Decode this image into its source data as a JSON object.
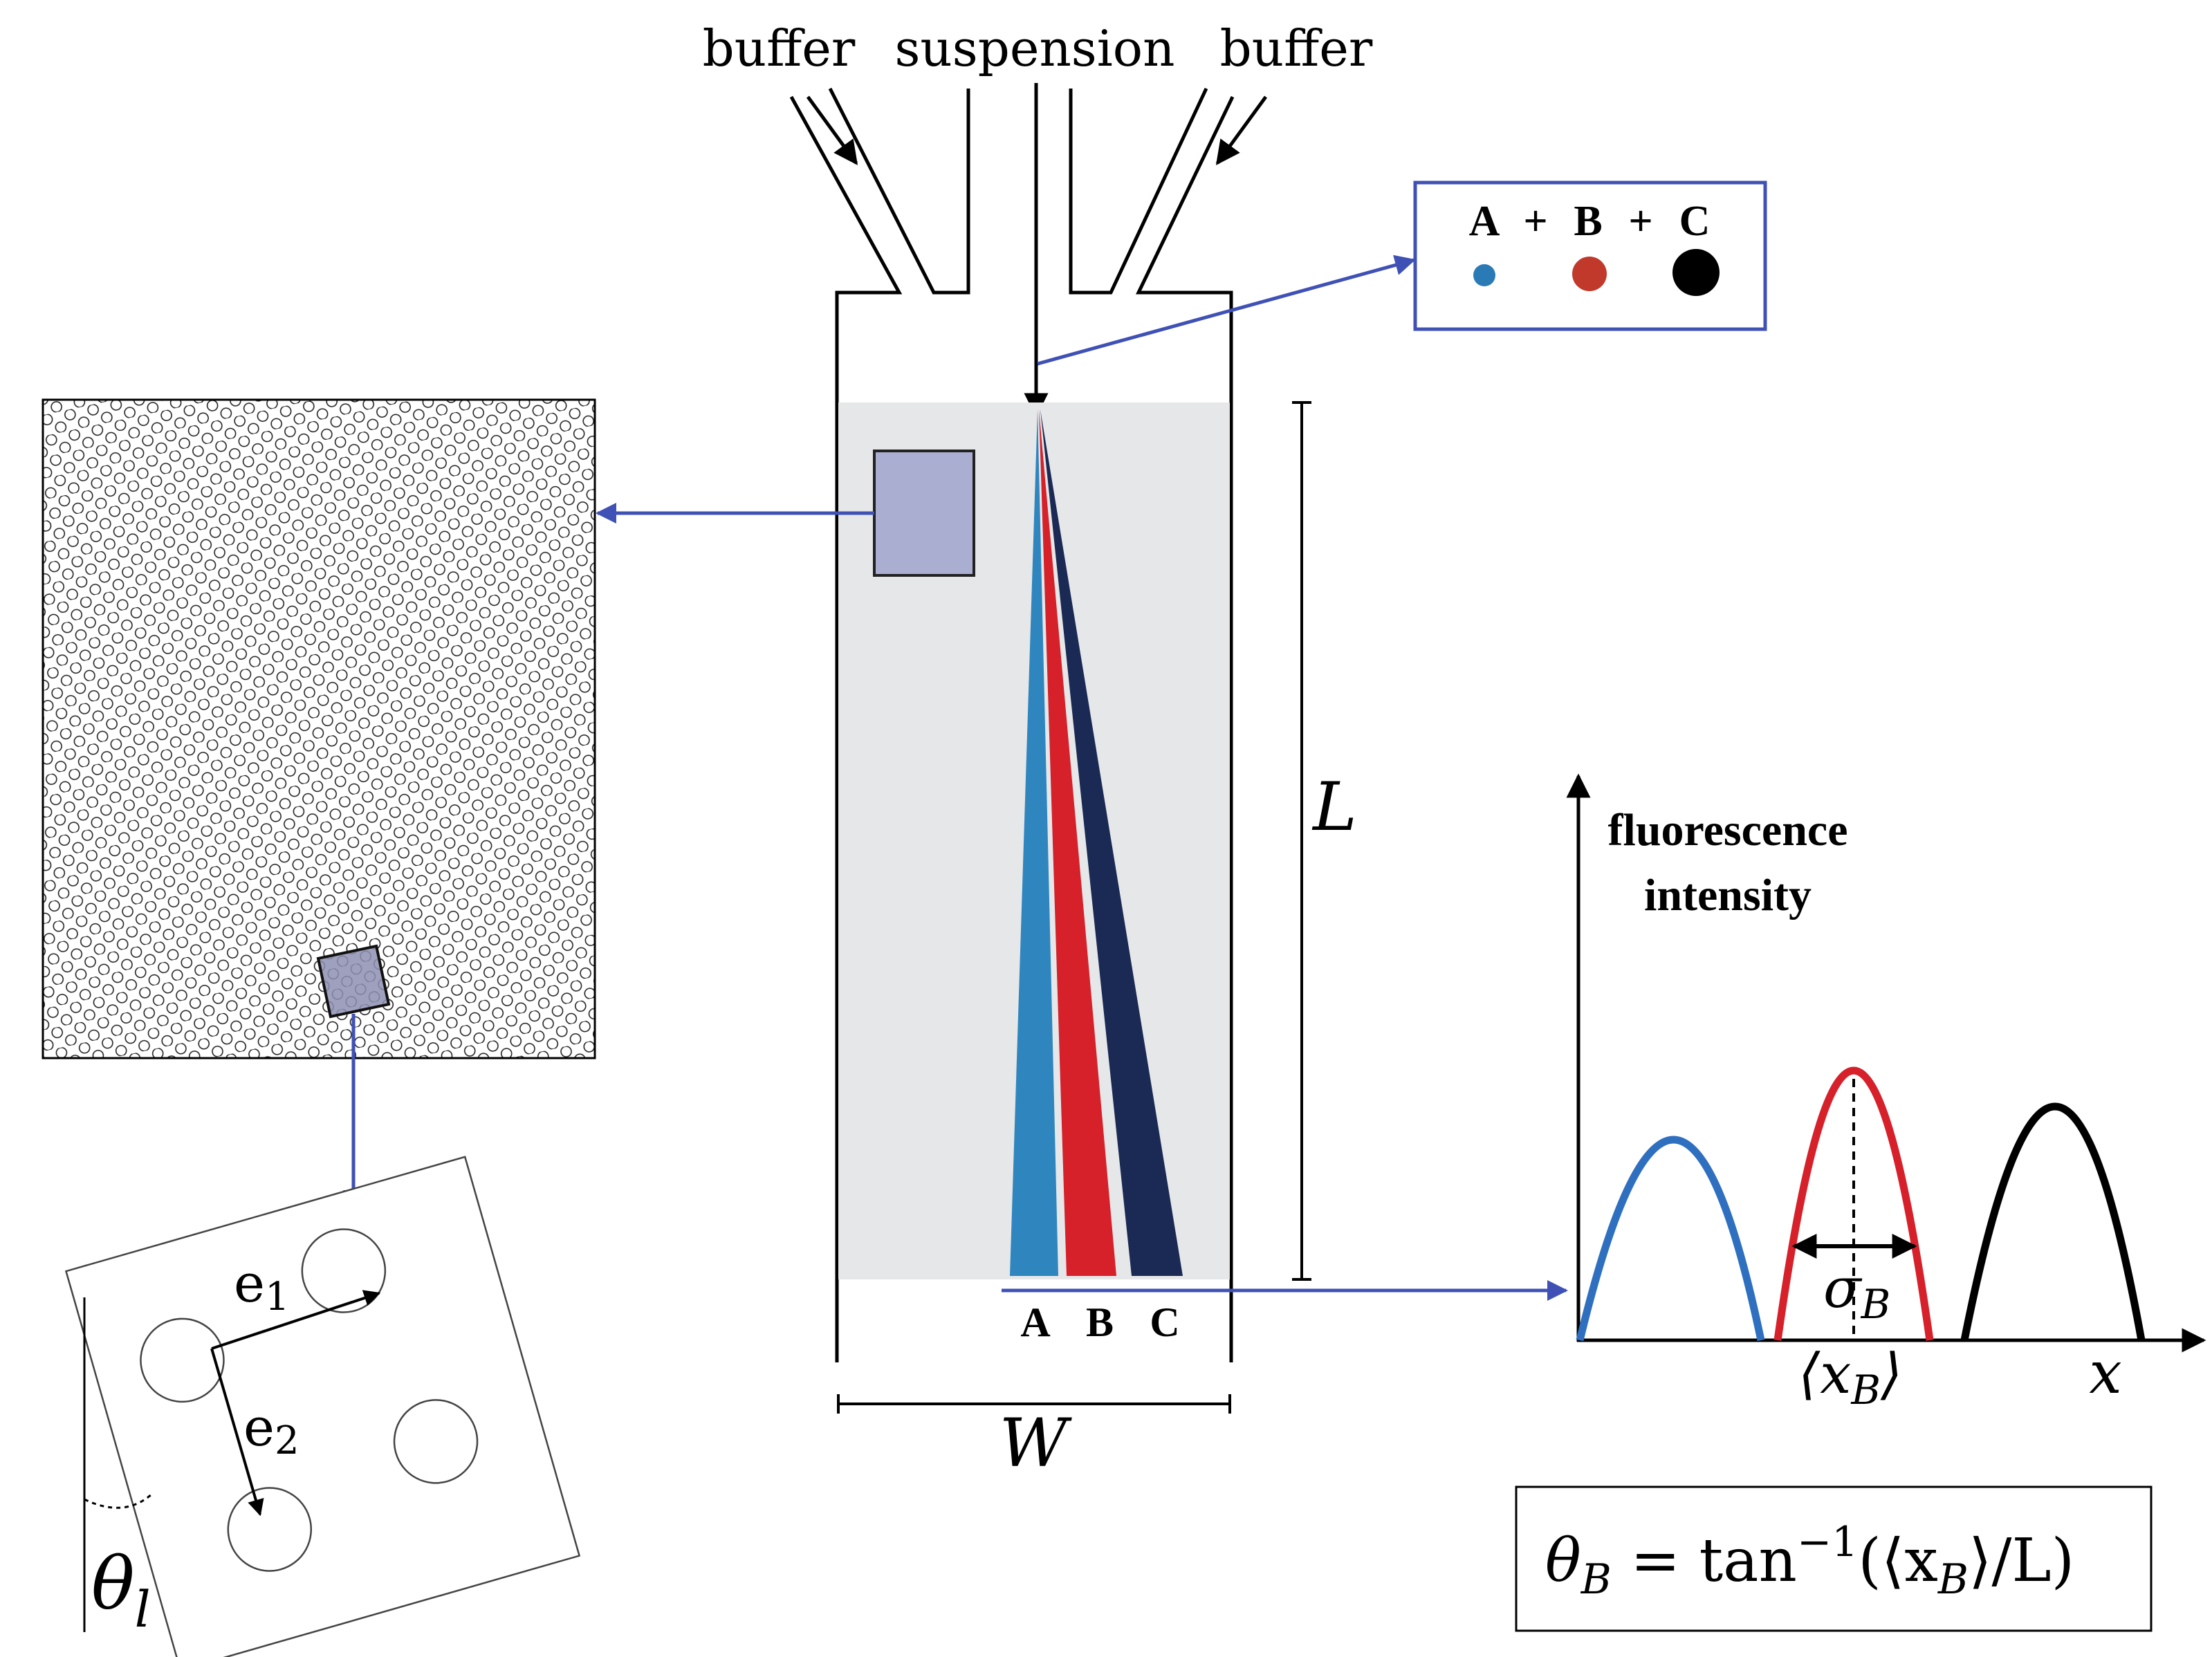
{
  "inlets": {
    "left": "buffer",
    "center": "suspension",
    "right": "buffer"
  },
  "legend": {
    "label_a": "A",
    "plus_1": "+",
    "label_b": "B",
    "plus_2": "+",
    "label_c": "C",
    "colors": {
      "a": "#2a7ab5",
      "b": "#c0392b",
      "c": "#000000"
    }
  },
  "channel": {
    "length_label": "L",
    "width_label": "W",
    "stream_labels": [
      "A",
      "B",
      "C"
    ],
    "stream_colors": [
      "#2f86bf",
      "#d6202a",
      "#1b2a55"
    ]
  },
  "lattice": {
    "vector_1": "e",
    "vector_1_sub": "1",
    "vector_2": "e",
    "vector_2_sub": "2",
    "angle_label": "θ",
    "angle_sub": "l"
  },
  "plot": {
    "ylabel_line1": "fluorescence",
    "ylabel_line2": "intensity",
    "xlabel": "x",
    "sigma_label": "σ",
    "sigma_sub": "B",
    "mean_label_left": "⟨x",
    "mean_sub": "B",
    "mean_label_right": "⟩",
    "peak_colors": [
      "#2f6fbf",
      "#d6202a",
      "#000000"
    ]
  },
  "formula": {
    "lhs": "θ",
    "lhs_sub": "B",
    "eq": " = tan",
    "sup": "−1",
    "rhs_open": "(⟨x",
    "rhs_sub": "B",
    "rhs_close": "⟩/L)"
  },
  "colors": {
    "connector": "#3f51b5",
    "box": "#3f51b5",
    "window_fill": "#aaaed1",
    "channel_fill": "#e6e7e8"
  }
}
